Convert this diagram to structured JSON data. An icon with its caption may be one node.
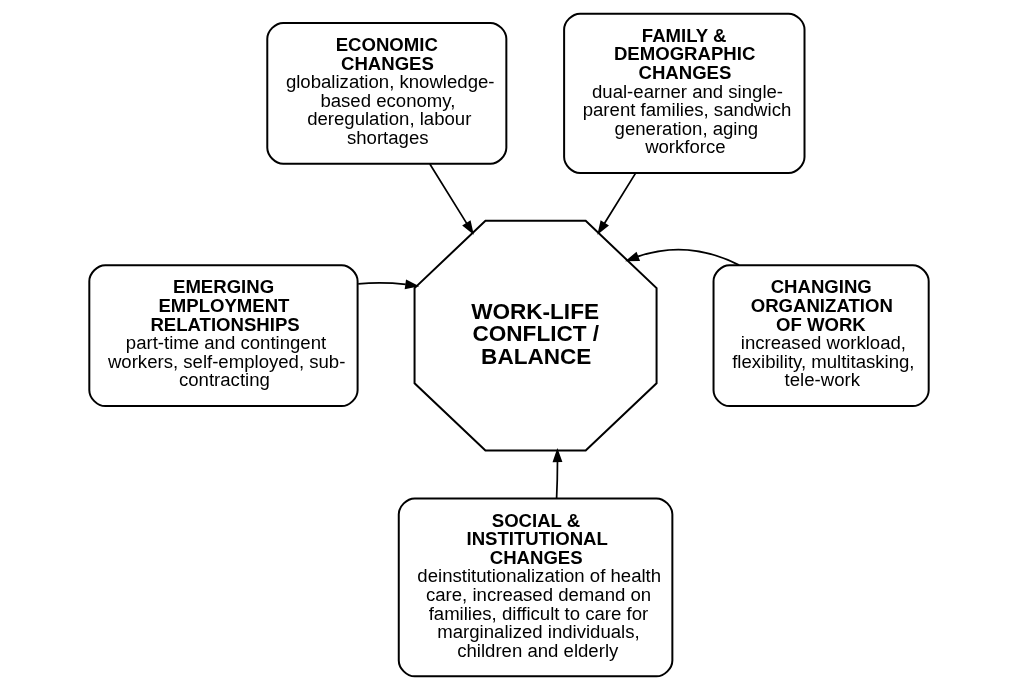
{
  "diagram": {
    "nodes": [
      {
        "text": [
          "WORK-LIFE CONFLICT / BALANCE"
        ]
      },
      {
        "text": [
          "ECONOMIC CHANGES",
          "globalization, knowledge-based economy, deregulation, labour shortages"
        ]
      },
      {
        "text": [
          "FAMILY & DEMOGRAPHIC CHANGES",
          "dual-earner and single-parent families, sandwich generation, aging workforce"
        ]
      },
      {
        "text": [
          "EMERGING EMPLOYMENT RELATIONSHIPS",
          "part-time and contingent workers, self-employed, sub-contracting"
        ]
      },
      {
        "text": [
          "CHANGING ORGANIZATION OF WORK",
          "increased workload, flexibility, multitasking, tele-work"
        ]
      },
      {
        "text": [
          "SOCIAL & INSTITUTIONAL CHANGES",
          "deinstitutionalization of health care, increased demand on families, difficult to care for marginalized individuals, children and elderly"
        ]
      }
    ],
    "edges": [
      {
        "from": 1,
        "to": 0,
        "arrow": "to"
      },
      {
        "from": 2,
        "to": 0,
        "arrow": "to"
      },
      {
        "from": 3,
        "to": 0,
        "arrow": "to"
      },
      {
        "from": 4,
        "to": 0,
        "arrow": "to"
      },
      {
        "from": 5,
        "to": 0,
        "arrow": "to"
      }
    ]
  }
}
